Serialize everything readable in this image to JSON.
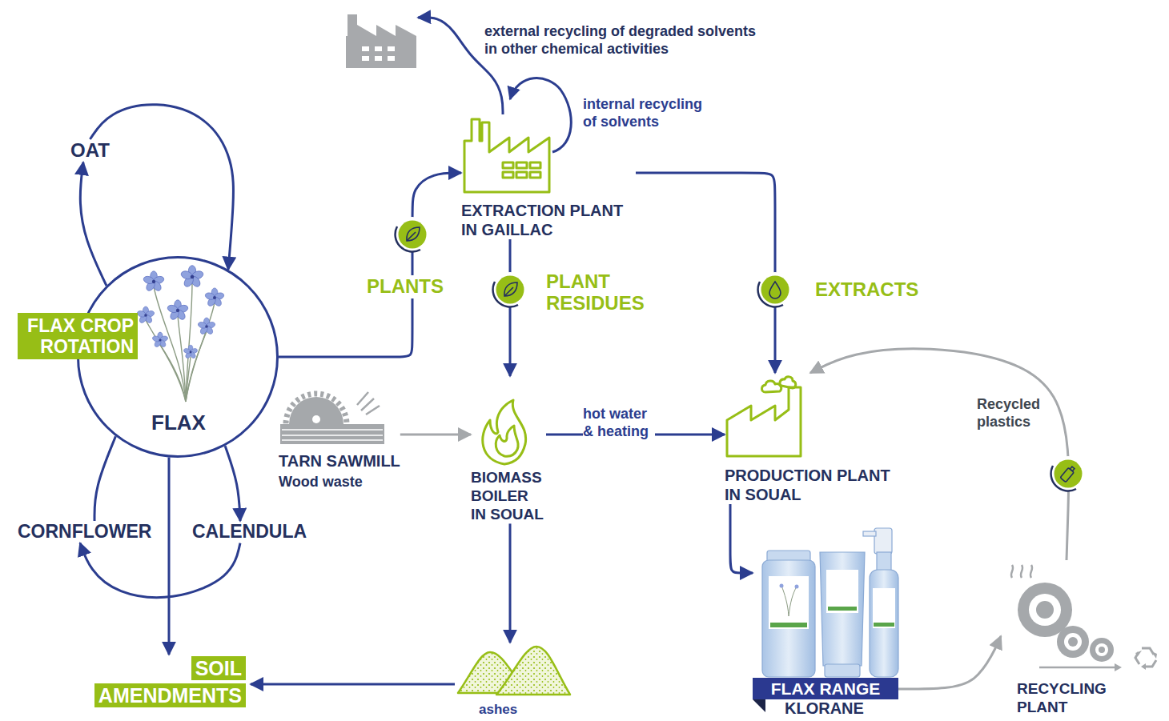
{
  "diagram": {
    "nodes": [
      {
        "text": [
          "external recycling of degraded solvents in other chemical activities"
        ]
      },
      {
        "text": [
          "OAT"
        ]
      },
      {
        "text": [
          "EXTRACTION PLANT IN GAILLAC"
        ]
      },
      {
        "text": [
          "FLAX CROP ROTATION",
          "FLAX"
        ]
      },
      {
        "text": [
          "TARN SAWMILL",
          "Wood waste"
        ]
      },
      {
        "text": [
          "BIOMASS BOILER IN SOUAL"
        ]
      },
      {
        "text": [
          "PRODUCTION PLANT IN SOUAL"
        ]
      },
      {
        "text": [
          "CORNFLOWER"
        ]
      },
      {
        "text": [
          "CALENDULA"
        ]
      },
      {
        "text": [
          "FLAX RANGE",
          "KLORANE"
        ]
      },
      {
        "text": [
          "SOIL AMENDMENTS"
        ]
      },
      {
        "text": [
          "ashes"
        ]
      },
      {
        "text": [
          "RECYCLING PLANT"
        ]
      }
    ],
    "edges": [
      {
        "from": 3,
        "to": 1,
        "arrow": "to"
      },
      {
        "from": 1,
        "to": 3,
        "arrow": "to"
      },
      {
        "from": 3,
        "to": 8,
        "arrow": "to"
      },
      {
        "from": 8,
        "to": 7,
        "arrow": "to"
      },
      {
        "from": 7,
        "to": 3,
        "arrow": "none"
      },
      {
        "from": 3,
        "to": 10,
        "arrow": "to"
      },
      {
        "from": 3,
        "to": 2,
        "label": "PLANTS",
        "arrow": "to"
      },
      {
        "from": 2,
        "to": 0,
        "arrow": "to"
      },
      {
        "from": 2,
        "to": 5,
        "label": "PLANT RESIDUES",
        "arrow": "to"
      },
      {
        "from": 2,
        "to": 6,
        "label": "EXTRACTS",
        "arrow": "to"
      },
      {
        "from": 4,
        "to": 5,
        "arrow": "to"
      },
      {
        "from": 5,
        "to": 6,
        "label": "hot water & heating",
        "arrow": "to"
      },
      {
        "from": 5,
        "to": 11,
        "arrow": "to"
      },
      {
        "from": 11,
        "to": 10,
        "arrow": "to"
      },
      {
        "from": 6,
        "to": 9,
        "arrow": "to"
      },
      {
        "from": 9,
        "to": 12,
        "arrow": "to"
      },
      {
        "from": 12,
        "to": 6,
        "label": "Recycled plastics",
        "arrow": "to"
      }
    ],
    "labels": [
      "internal recycling of solvents"
    ]
  }
}
